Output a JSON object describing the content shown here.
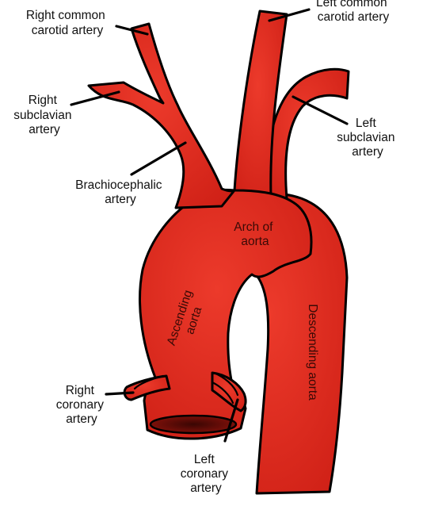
{
  "colors": {
    "vessel_fill": "#e1261c",
    "vessel_dark": "#b3170f",
    "outline": "#000000",
    "background": "#ffffff",
    "title_fragment": "#d92b1e"
  },
  "title_fragment": "",
  "labels": {
    "right_common_carotid": [
      "Right common",
      "carotid artery"
    ],
    "left_common_carotid": [
      "Left common",
      "carotid artery"
    ],
    "right_subclavian": [
      "Right",
      "subclavian",
      "artery"
    ],
    "left_subclavian": [
      "Left",
      "subclavian",
      "artery"
    ],
    "brachiocephalic": [
      "Brachiocephalic",
      "artery"
    ],
    "arch_of_aorta": [
      "Arch of",
      "aorta"
    ],
    "ascending_aorta": [
      "Ascending",
      "aorta"
    ],
    "descending_aorta": [
      "Descending aorta"
    ],
    "right_coronary": [
      "Right",
      "coronary",
      "artery"
    ],
    "left_coronary": [
      "Left",
      "coronary",
      "artery"
    ]
  }
}
